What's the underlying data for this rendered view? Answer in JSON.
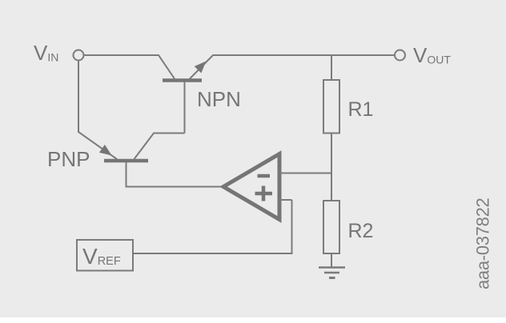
{
  "colors": {
    "canvas": "#ebebeb",
    "page": "#ffffff",
    "wire": "#7b7b7b",
    "component": "#757575",
    "text": "#757575"
  },
  "terminals": {
    "vin": {
      "main": "V",
      "sub": "IN"
    },
    "vout": {
      "main": "V",
      "sub": "OUT"
    }
  },
  "transistors": {
    "npn_label": "NPN",
    "pnp_label": "PNP"
  },
  "resistors": {
    "r1_label": "R1",
    "r2_label": "R2"
  },
  "opamp": {
    "inverting_marker": "−",
    "noninverting_marker": "+"
  },
  "vref": {
    "main": "V",
    "sub": "REF"
  },
  "watermark": "aaa-037822"
}
